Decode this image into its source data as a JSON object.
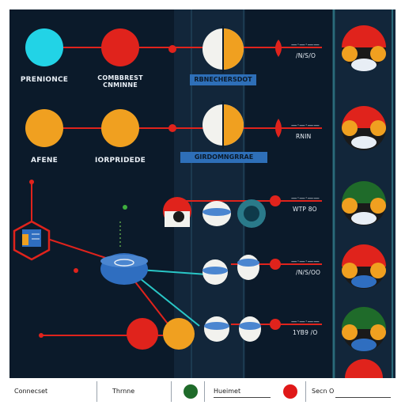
{
  "nodes": {
    "top_left_label": "PRENIONCE",
    "top_mid_label": "COMBBREST\nCNMINNE",
    "mid_left_label": "AFENE",
    "mid_mid_label": "IORPRIDEDE",
    "tag_top": "RBNECHERSDOT",
    "tag_mid": "GIRDOMNGRRAE"
  },
  "right_labels": [
    {
      "title": "—·—·——",
      "value": "/N/S/O"
    },
    {
      "title": "—·—·——",
      "value": "RNIN"
    },
    {
      "title": "—·—·——",
      "value": "WTP 8O"
    },
    {
      "title": "—·—·——",
      "value": "/N/S/OO"
    },
    {
      "title": "—·—·——",
      "value": "1YB9 /O"
    }
  ],
  "legend": {
    "item1": "Connecset",
    "item2": "Thrnne",
    "item3": "Hueimet",
    "item4": "Secn O",
    "green": "#1f6b2a",
    "red": "#e01818"
  },
  "colors": {
    "cyan": "#22d3e6",
    "red": "#e0231c",
    "orange": "#f0a020",
    "bg": "#0b1a2a",
    "blue": "#2f6ec0",
    "white": "#f2f2ee"
  }
}
